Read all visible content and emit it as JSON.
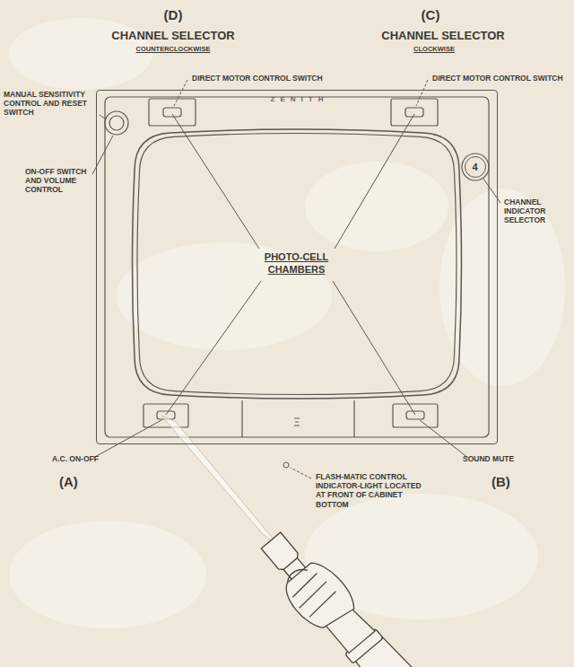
{
  "diagram": {
    "nodes": [
      {
        "text": [
          "ZENITH"
        ]
      },
      {
        "text": [
          "PHOTO-CELL CHAMBERS"
        ],
        "in": 0
      },
      {
        "text": [
          "4"
        ],
        "in": 0
      }
    ],
    "labels": [
      "(D)",
      "CHANNEL SELECTOR",
      "COUNTERCLOCKWISE",
      "DIRECT MOTOR CONTROL SWITCH",
      "(C)",
      "CHANNEL SELECTOR",
      "CLOCKWISE",
      "DIRECT MOTOR CONTROL SWITCH",
      "MANUAL SENSITIVITY CONTROL AND RESET SWITCH",
      "ON-OFF SWITCH AND VOLUME CONTROL",
      "CHANNEL INDICATOR SELECTOR",
      "A.C. ON-OFF",
      "(A)",
      "SOUND MUTE",
      "(B)",
      "FLASH-MATIC CONTROL INDICATOR-LIGHT LOCATED AT FRONT OF CABINET BOTTOM"
    ]
  }
}
